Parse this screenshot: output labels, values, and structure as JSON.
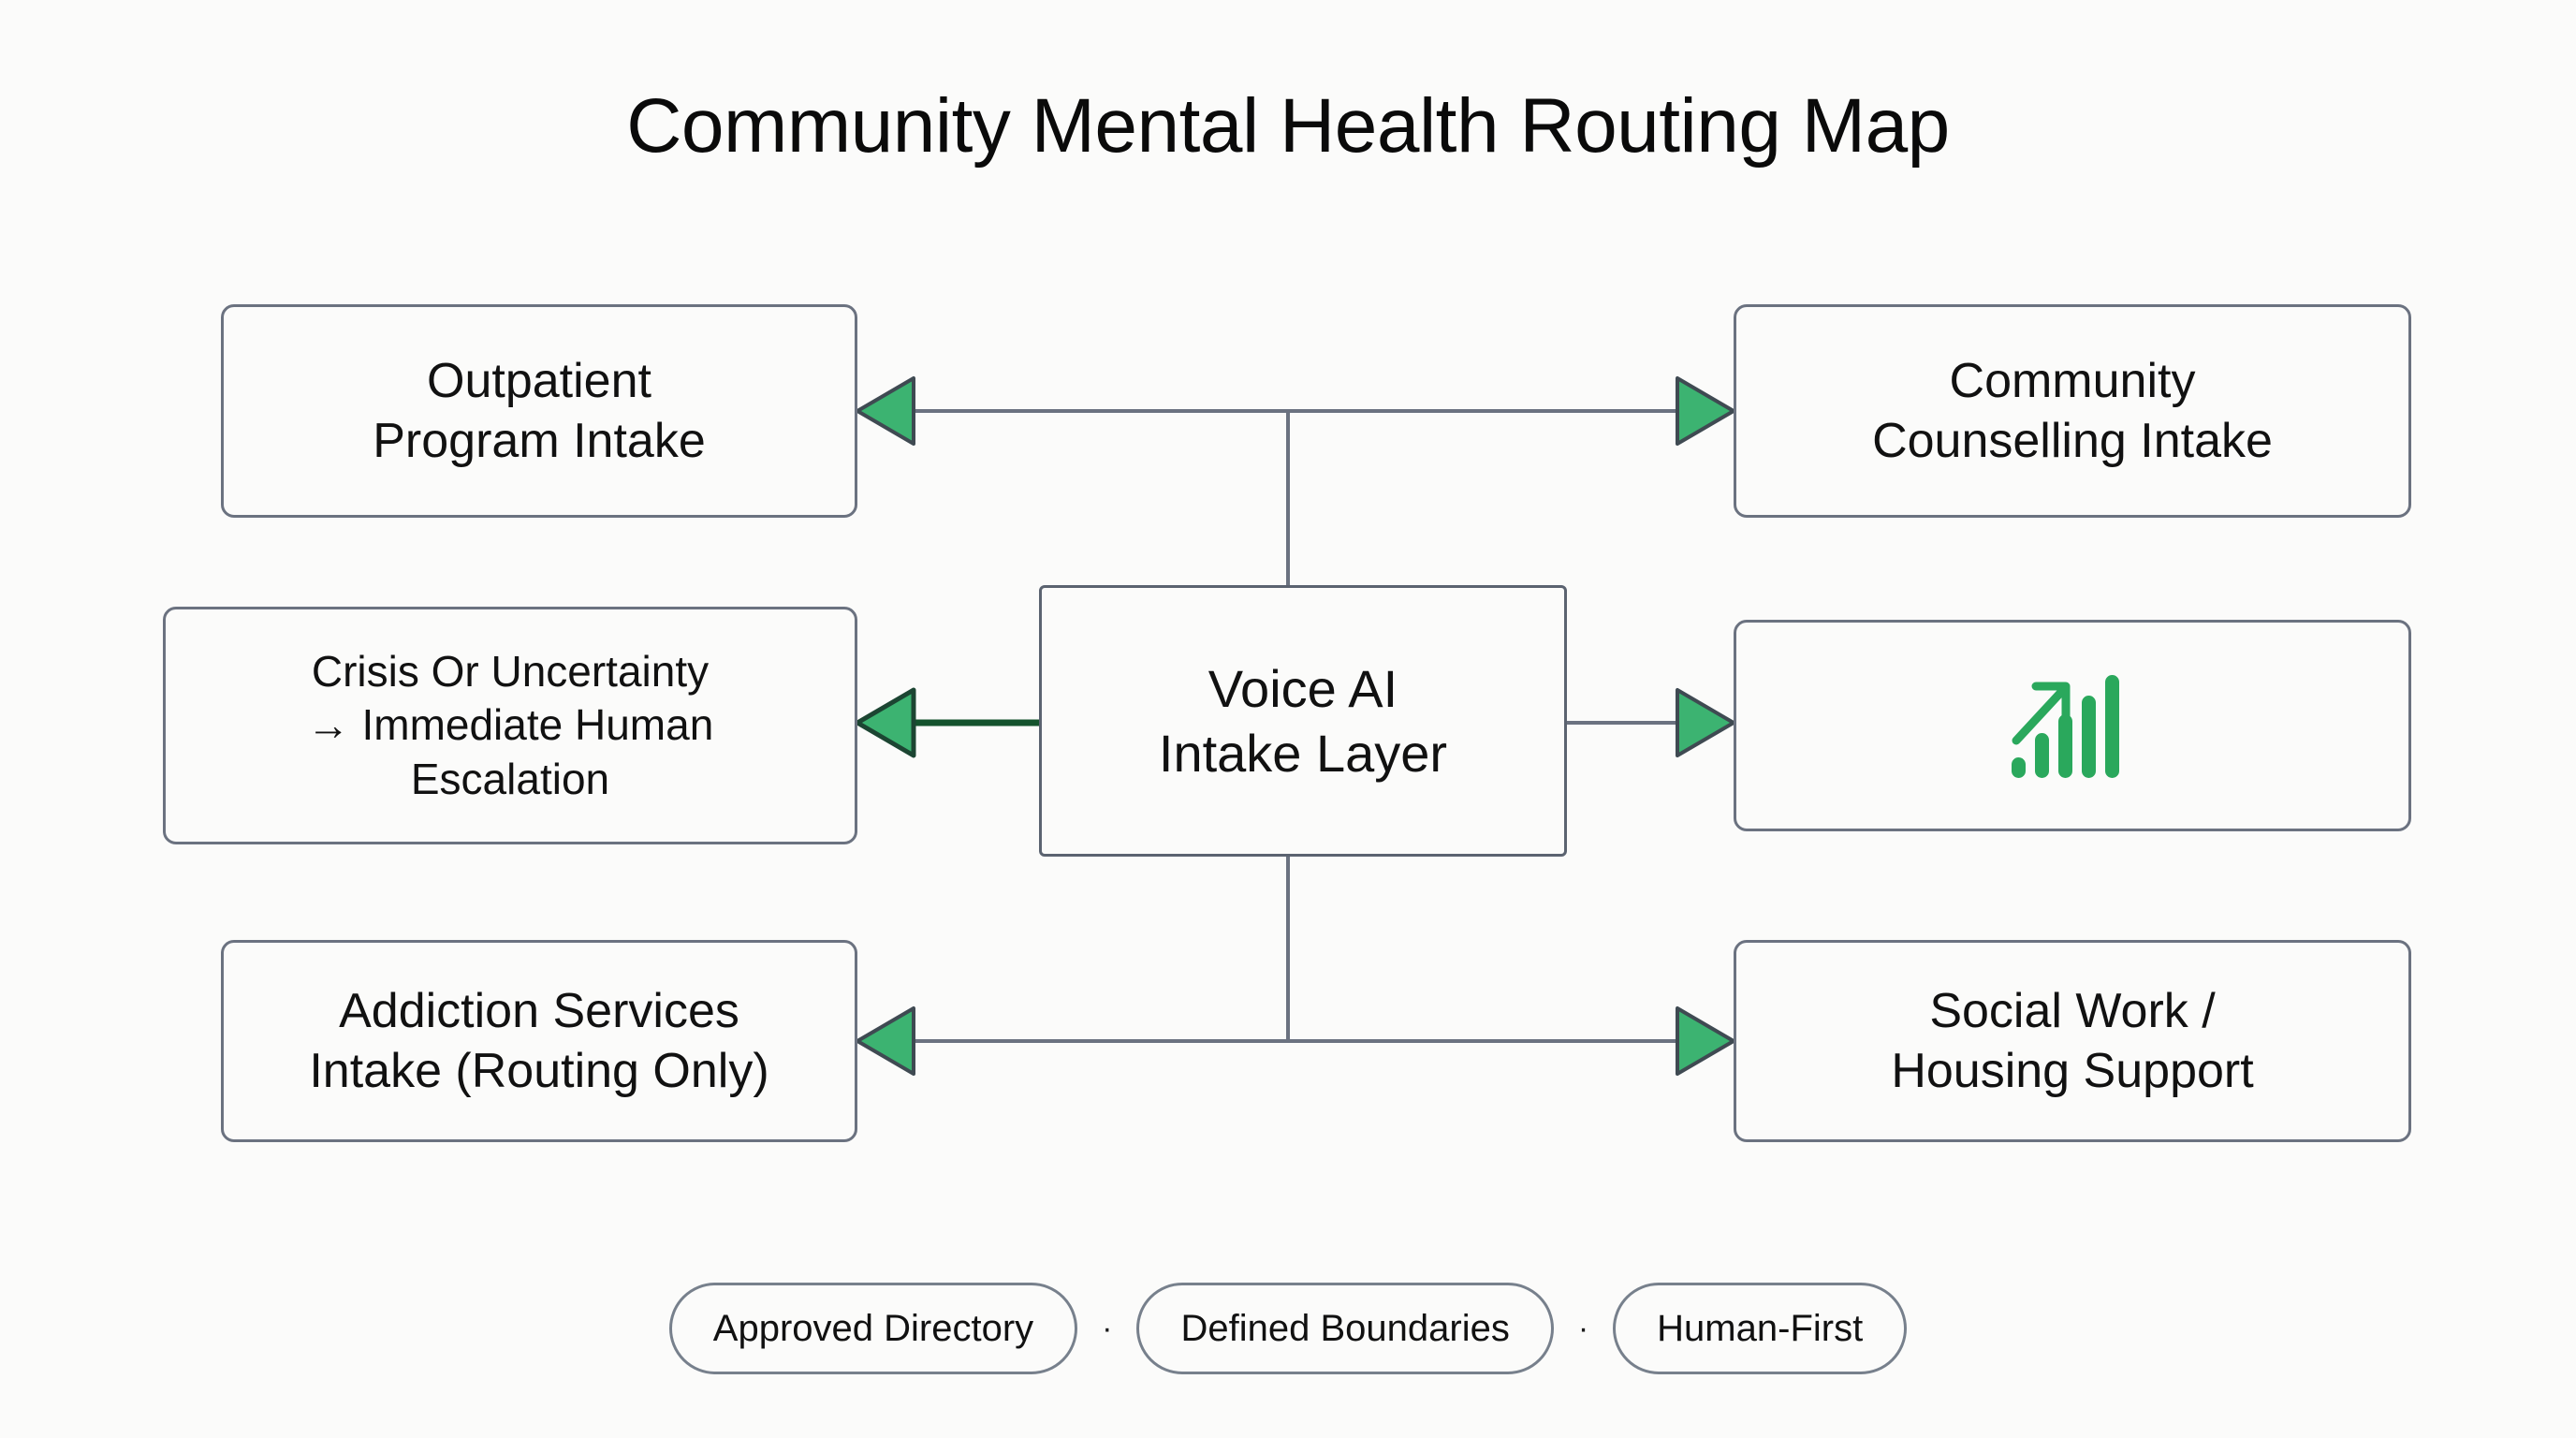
{
  "page": {
    "title": "Community Mental Health Routing Map",
    "background_color": "#fbfbfa",
    "accent_green": "#2aa85c",
    "edge_color": "#6b7280",
    "escalation_edge_color": "#14532d",
    "border_color": "#6b7280",
    "text_color": "#111111"
  },
  "diagram": {
    "type": "routing-map",
    "center_node": {
      "id": "voice-ai-intake-layer",
      "label": "Voice AI\nIntake Layer"
    },
    "nodes": [
      {
        "id": "outpatient-program-intake",
        "label": "Outpatient\nProgram Intake",
        "column": "left",
        "row": "top",
        "arrow_direction": "into-node",
        "arrow_color": "#2aa85c",
        "emphasis": "normal"
      },
      {
        "id": "community-counselling-intake",
        "label": "Community\nCounselling Intake",
        "column": "right",
        "row": "top",
        "arrow_direction": "into-node",
        "arrow_color": "#2aa85c",
        "emphasis": "normal"
      },
      {
        "id": "crisis-or-uncertainty-escalation",
        "label": "Crisis Or Uncertainty\n→ Immediate Human\nEscalation",
        "column": "left",
        "row": "middle",
        "arrow_direction": "into-node",
        "arrow_color": "#2aa85c",
        "emphasis": "escalation"
      },
      {
        "id": "metrics-growth",
        "label": "",
        "icon": "chart-increasing-icon",
        "column": "right",
        "row": "middle",
        "arrow_direction": "into-node",
        "arrow_color": "#2aa85c",
        "emphasis": "normal"
      },
      {
        "id": "addiction-services-intake",
        "label": "Addiction Services\nIntake (Routing Only)",
        "column": "left",
        "row": "bottom",
        "arrow_direction": "into-node",
        "arrow_color": "#2aa85c",
        "emphasis": "normal"
      },
      {
        "id": "social-work-housing-support",
        "label": "Social Work /\nHousing Support",
        "column": "right",
        "row": "bottom",
        "arrow_direction": "into-node",
        "arrow_color": "#2aa85c",
        "emphasis": "normal"
      }
    ],
    "icons": {
      "chart_increasing": {
        "name": "chart-increasing-icon",
        "color": "#2aa85c",
        "bars": 5,
        "has_trend_arrow": true
      }
    }
  },
  "footer": {
    "separator": "·",
    "tags": [
      {
        "label": "Approved Directory"
      },
      {
        "label": "Defined Boundaries"
      },
      {
        "label": "Human-First"
      }
    ]
  }
}
